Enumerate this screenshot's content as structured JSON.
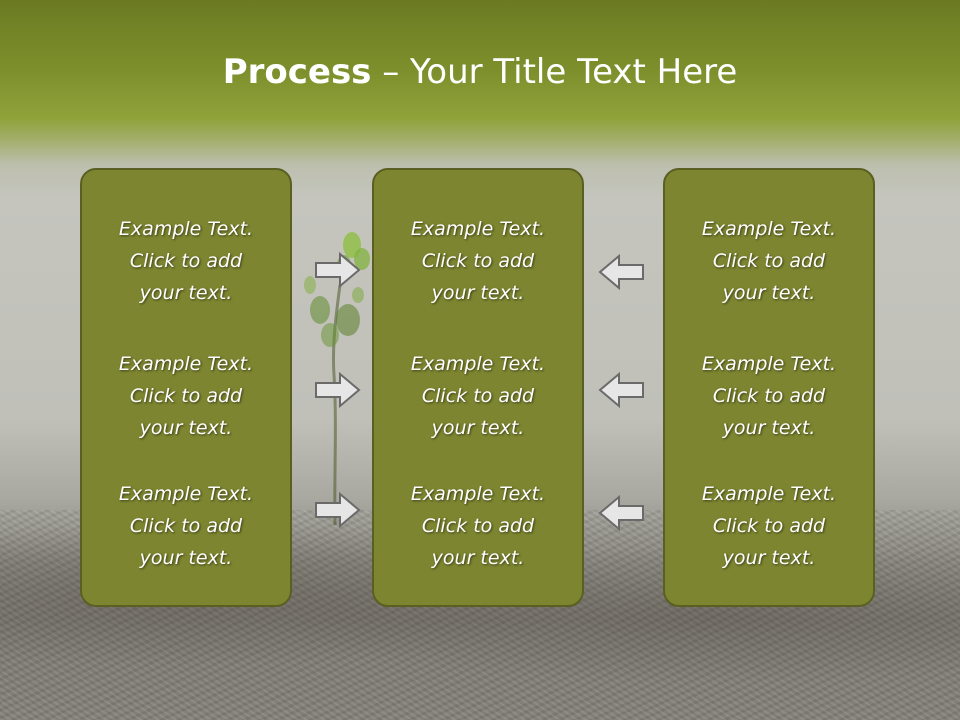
{
  "title": {
    "bold": "Process",
    "rest": " – Your Title Text Here"
  },
  "panels": {
    "left": [
      {
        "line1": "Example Text.",
        "line2": "Click  to add",
        "line3": "your text."
      },
      {
        "line1": "Example Text.",
        "line2": "Click  to add",
        "line3": "your text."
      },
      {
        "line1": "Example Text.",
        "line2": "Click  to add",
        "line3": "your text."
      }
    ],
    "center": [
      {
        "line1": "Example Text.",
        "line2": "Click  to add",
        "line3": "your text."
      },
      {
        "line1": "Example Text.",
        "line2": "Click  to add",
        "line3": "your text."
      },
      {
        "line1": "Example Text.",
        "line2": "Click  to add",
        "line3": "your text."
      }
    ],
    "right": [
      {
        "line1": "Example Text.",
        "line2": "Click  to add",
        "line3": "your text."
      },
      {
        "line1": "Example Text.",
        "line2": "Click  to add",
        "line3": "your text."
      },
      {
        "line1": "Example Text.",
        "line2": "Click  to add",
        "line3": "your text."
      }
    ]
  },
  "arrows": {
    "left_to_center": [
      "arrow-right-icon",
      "arrow-right-icon",
      "arrow-right-icon"
    ],
    "right_to_center": [
      "arrow-left-icon",
      "arrow-left-icon",
      "arrow-left-icon"
    ]
  },
  "colors": {
    "header": "#7d8f2c",
    "panel_fill": "#7d8530",
    "panel_border": "#5a5f22",
    "arrow_fill": "#e6e6e6",
    "arrow_stroke": "#6a6a6a",
    "text": "#ffffff"
  }
}
